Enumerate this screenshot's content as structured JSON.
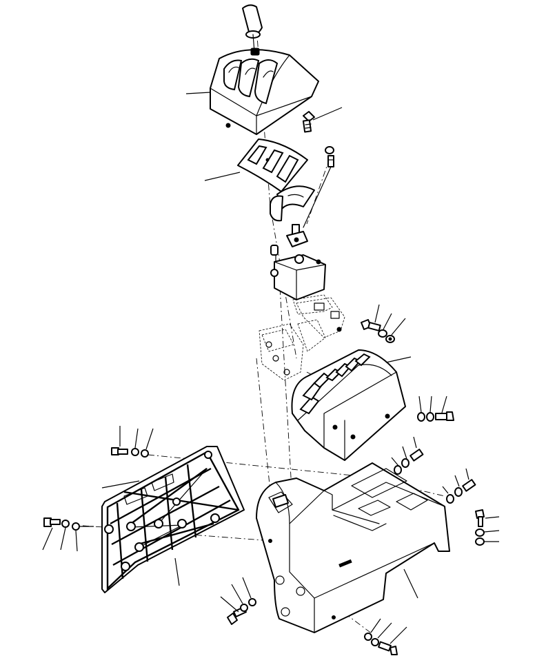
{
  "diagram": {
    "parts": [
      {
        "name": "lever-knob"
      },
      {
        "name": "upper-lever-cover"
      },
      {
        "name": "slotted-plate"
      },
      {
        "name": "control-valve-unit"
      },
      {
        "name": "valve-mounting-bracket"
      },
      {
        "name": "front-lever-console"
      },
      {
        "name": "side-floor-plate"
      },
      {
        "name": "lower-console-housing"
      }
    ],
    "fastener_groups": [
      {
        "name": "cover-screw"
      },
      {
        "name": "bracket-bolt-set"
      },
      {
        "name": "console-bolt-set"
      },
      {
        "name": "floor-plate-bolt-set"
      },
      {
        "name": "housing-bolt-set"
      }
    ],
    "labels": []
  }
}
